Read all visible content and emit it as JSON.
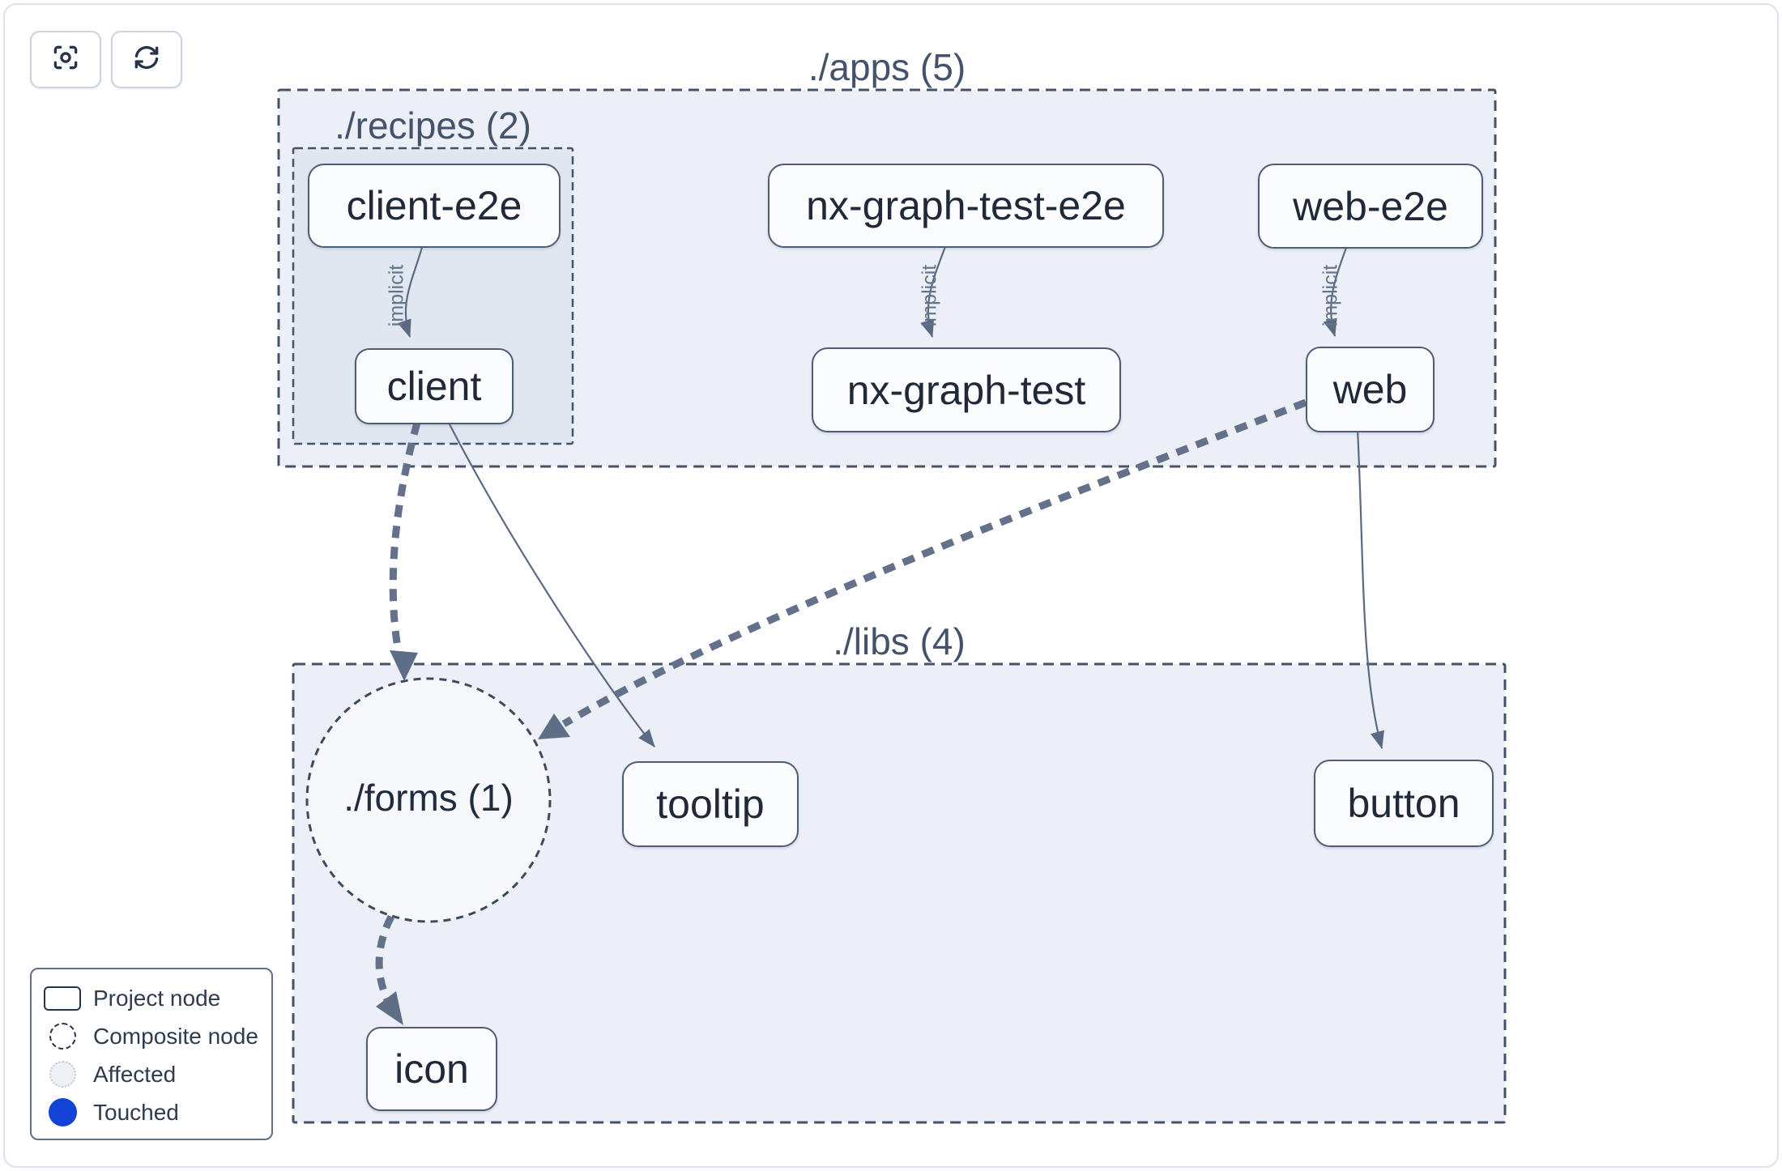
{
  "toolbar": {
    "focus_button_icon": "focus-center-icon",
    "refresh_button_icon": "refresh-icon"
  },
  "groups": {
    "apps": {
      "label": "./apps (5)"
    },
    "recipes": {
      "label": "./recipes (2)"
    },
    "libs": {
      "label": "./libs (4)"
    },
    "forms": {
      "label": "./forms (1)",
      "type": "composite"
    }
  },
  "nodes": {
    "client_e2e": {
      "label": "client-e2e"
    },
    "client": {
      "label": "client"
    },
    "nx_graph_test_e2e": {
      "label": "nx-graph-test-e2e"
    },
    "nx_graph_test": {
      "label": "nx-graph-test"
    },
    "web_e2e": {
      "label": "web-e2e"
    },
    "web": {
      "label": "web"
    },
    "tooltip": {
      "label": "tooltip"
    },
    "button": {
      "label": "button"
    },
    "icon": {
      "label": "icon"
    }
  },
  "edges": {
    "client_e2e_to_client": {
      "from": "client-e2e",
      "to": "client",
      "label": "implicit",
      "style": "solid-thin"
    },
    "test_e2e_to_test": {
      "from": "nx-graph-test-e2e",
      "to": "nx-graph-test",
      "label": "implicit",
      "style": "solid-thin"
    },
    "web_e2e_to_web": {
      "from": "web-e2e",
      "to": "web",
      "label": "implicit",
      "style": "solid-thin"
    },
    "client_to_forms": {
      "from": "client",
      "to": "./forms",
      "label": "",
      "style": "dashed-thick"
    },
    "client_to_tooltip": {
      "from": "client",
      "to": "tooltip",
      "label": "",
      "style": "solid-thin"
    },
    "web_to_forms": {
      "from": "web",
      "to": "./forms",
      "label": "",
      "style": "dashed-thick"
    },
    "web_to_button": {
      "from": "web",
      "to": "button",
      "label": "",
      "style": "solid-thin"
    },
    "forms_to_icon": {
      "from": "./forms",
      "to": "icon",
      "label": "",
      "style": "dashed-thick"
    }
  },
  "legend": {
    "items": [
      {
        "label": "Project node",
        "shape": "rect-outline",
        "color": "#ffffff"
      },
      {
        "label": "Composite node",
        "shape": "dashed-circle",
        "color": "#ffffff"
      },
      {
        "label": "Affected",
        "shape": "dotted-circle",
        "color": "#edf0f5"
      },
      {
        "label": "Touched",
        "shape": "filled-circle",
        "color": "#1343d6"
      }
    ]
  },
  "colors": {
    "group_fill": "#eef1f7",
    "group_border": "#44536b",
    "node_border": "#4e5d77",
    "node_text": "#1f2937",
    "edge": "#5b6a82",
    "touched_blue": "#1343d6"
  }
}
